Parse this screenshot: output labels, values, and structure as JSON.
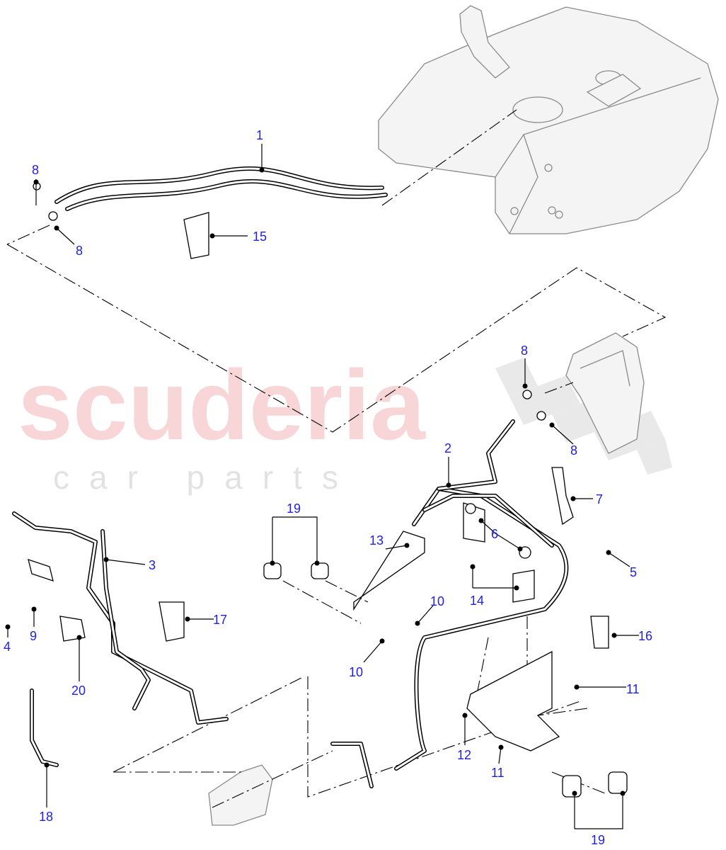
{
  "watermark": {
    "brand": "scuderia",
    "tagline": "car parts"
  },
  "colors": {
    "callout": "#1f1fe8",
    "watermark": "#f6c9cc",
    "component_outline": "#8a8a8a"
  },
  "callouts": [
    "1",
    "8",
    "8",
    "15",
    "8",
    "8",
    "2",
    "7",
    "19",
    "13",
    "6",
    "5",
    "3",
    "10",
    "14",
    "17",
    "16",
    "4",
    "9",
    "20",
    "10",
    "11",
    "12",
    "11",
    "18",
    "19"
  ]
}
